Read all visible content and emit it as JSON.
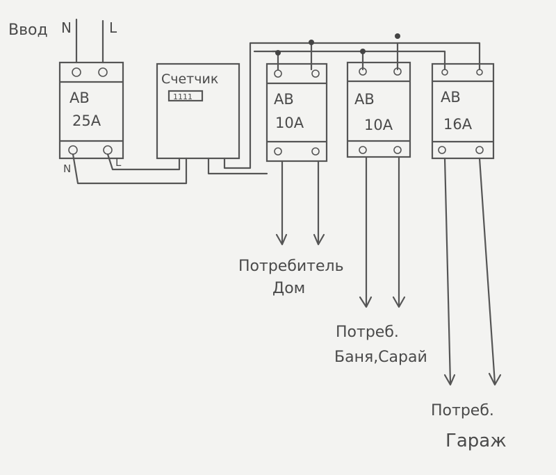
{
  "input": {
    "label": "Ввод",
    "n": "N",
    "l": "L",
    "n_out": "N",
    "l_out": "L"
  },
  "main_breaker": {
    "line1": "АВ",
    "line2": "25А"
  },
  "meter": {
    "label": "Счетчик",
    "display": "1111"
  },
  "breakers": [
    {
      "line1": "АВ",
      "line2": "10А"
    },
    {
      "line1": "АВ",
      "line2": "10А"
    },
    {
      "line1": "АВ",
      "line2": "16А"
    }
  ],
  "consumers": [
    {
      "line1": "Потребитель",
      "line2": "Дом"
    },
    {
      "line1": "Потреб.",
      "line2": "Баня,Сарай"
    },
    {
      "line1": "Потреб.",
      "line2": "Гараж"
    }
  ]
}
